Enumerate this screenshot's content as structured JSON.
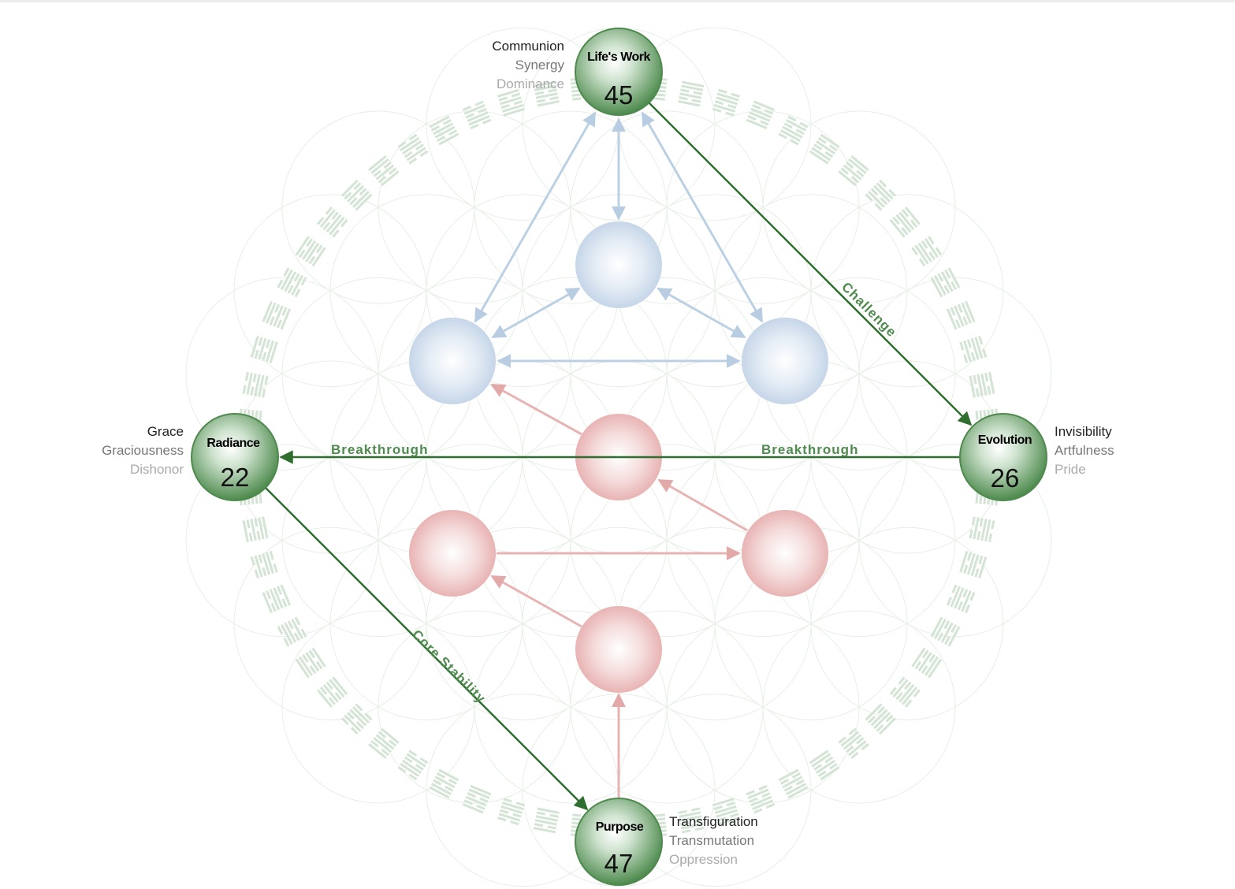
{
  "spheres": [
    {
      "id": "lifes-work",
      "label": "Life's Work",
      "number": "45",
      "attributes": [
        "Communion",
        "Synergy",
        "Dominance"
      ]
    },
    {
      "id": "evolution",
      "label": "Evolution",
      "number": "26",
      "attributes": [
        "Invisibility",
        "Artfulness",
        "Pride"
      ]
    },
    {
      "id": "radiance",
      "label": "Radiance",
      "number": "22",
      "attributes": [
        "Grace",
        "Graciousness",
        "Dishonor"
      ]
    },
    {
      "id": "purpose",
      "label": "Purpose",
      "number": "47",
      "attributes": [
        "Transfiguration",
        "Transmutation",
        "Oppression"
      ]
    }
  ],
  "pathways": {
    "challenge": "Challenge",
    "breakthrough_left": "Breakthrough",
    "breakthrough_right": "Breakthrough",
    "core_stability": "Core Stability"
  },
  "colors": {
    "active_sphere": "#3f7a3f",
    "active_path": "#2f6e2f",
    "blue_sphere": "#c9d8ea",
    "red_sphere": "#eab7b7",
    "hexagram_ring": "#cfe0cf"
  }
}
